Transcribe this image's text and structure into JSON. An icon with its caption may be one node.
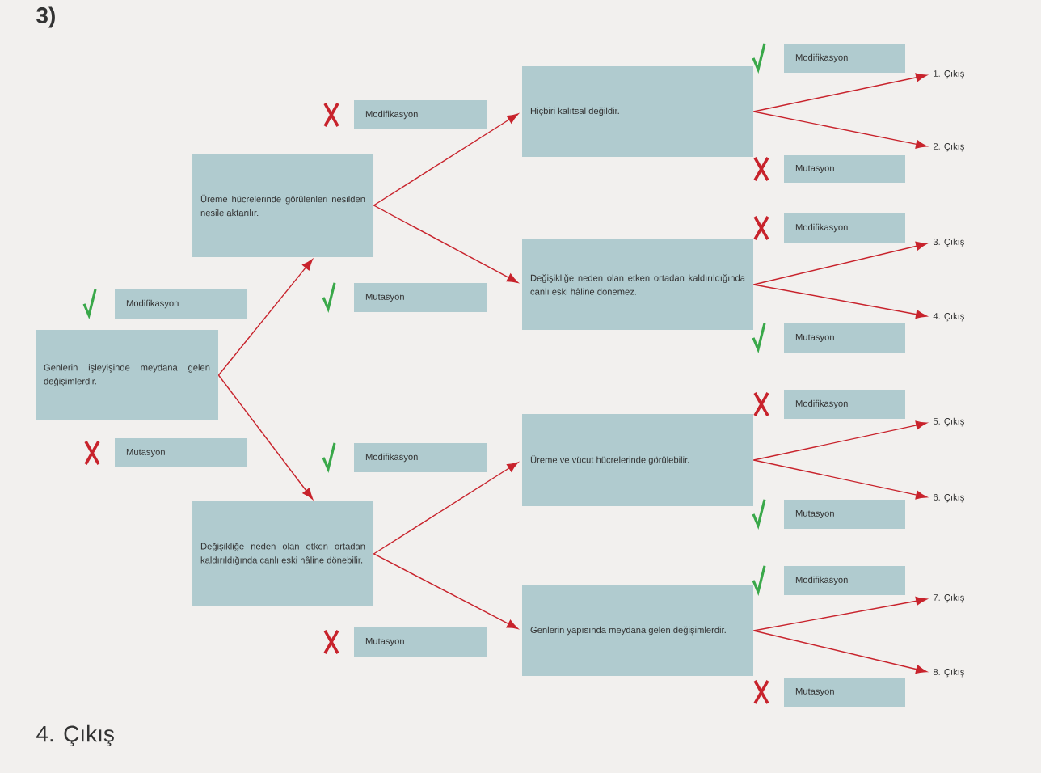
{
  "diagram": {
    "title": "3)",
    "nodes": [
      {
        "text": [
          "Genlerin işleyişinde meydana gelen değişimlerdir."
        ]
      },
      {
        "text": [
          "Modifikasyon"
        ]
      },
      {
        "text": [
          "Mutasyon"
        ]
      },
      {
        "text": [
          "Üreme hücrelerinde görülenleri nesilden nesile aktarılır."
        ]
      },
      {
        "text": [
          "Modifikasyon"
        ]
      },
      {
        "text": [
          "Mutasyon"
        ]
      },
      {
        "text": [
          "Değişikliğe neden olan etken ortadan kaldırıldığında canlı eski hâline dönebilir."
        ]
      },
      {
        "text": [
          "Modifikasyon"
        ]
      },
      {
        "text": [
          "Mutasyon"
        ]
      },
      {
        "text": [
          "Hiçbiri kalıtsal değildir."
        ]
      },
      {
        "text": [
          "Modifikasyon"
        ]
      },
      {
        "text": [
          "Mutasyon"
        ]
      },
      {
        "text": [
          "Değişikliğe neden olan etken ortadan kaldırıldığında canlı eski hâline dönemez."
        ]
      },
      {
        "text": [
          "Modifikasyon"
        ]
      },
      {
        "text": [
          "Mutasyon"
        ]
      },
      {
        "text": [
          "Üreme ve vücut hücrelerinde görülebilir."
        ]
      },
      {
        "text": [
          "Modifikasyon"
        ]
      },
      {
        "text": [
          "Mutasyon"
        ]
      },
      {
        "text": [
          "Genlerin yapısında meydana gelen değişimlerdir."
        ]
      },
      {
        "text": [
          "Modifikasyon"
        ]
      },
      {
        "text": [
          "Mutasyon"
        ]
      },
      {
        "text": [
          "1. Çıkış"
        ]
      },
      {
        "text": [
          "2. Çıkış"
        ]
      },
      {
        "text": [
          "3. Çıkış"
        ]
      },
      {
        "text": [
          "4. Çıkış"
        ]
      },
      {
        "text": [
          "5. Çıkış"
        ]
      },
      {
        "text": [
          "6. Çıkış"
        ]
      },
      {
        "text": [
          "7. Çıkış"
        ]
      },
      {
        "text": [
          "8. Çıkış"
        ]
      }
    ],
    "edges": [
      {
        "from": 0,
        "to": 3,
        "arrow": "to"
      },
      {
        "from": 0,
        "to": 6,
        "arrow": "to"
      },
      {
        "from": 3,
        "to": 9,
        "arrow": "to"
      },
      {
        "from": 3,
        "to": 12,
        "arrow": "to"
      },
      {
        "from": 6,
        "to": 15,
        "arrow": "to"
      },
      {
        "from": 6,
        "to": 18,
        "arrow": "to"
      },
      {
        "from": 9,
        "to": 21,
        "arrow": "to"
      },
      {
        "from": 9,
        "to": 22,
        "arrow": "to"
      },
      {
        "from": 12,
        "to": 23,
        "arrow": "to"
      },
      {
        "from": 12,
        "to": 24,
        "arrow": "to"
      },
      {
        "from": 15,
        "to": 25,
        "arrow": "to"
      },
      {
        "from": 15,
        "to": 26,
        "arrow": "to"
      },
      {
        "from": 18,
        "to": 27,
        "arrow": "to"
      },
      {
        "from": 18,
        "to": 28,
        "arrow": "to"
      }
    ],
    "labels": [
      "4. Çıkış"
    ]
  }
}
